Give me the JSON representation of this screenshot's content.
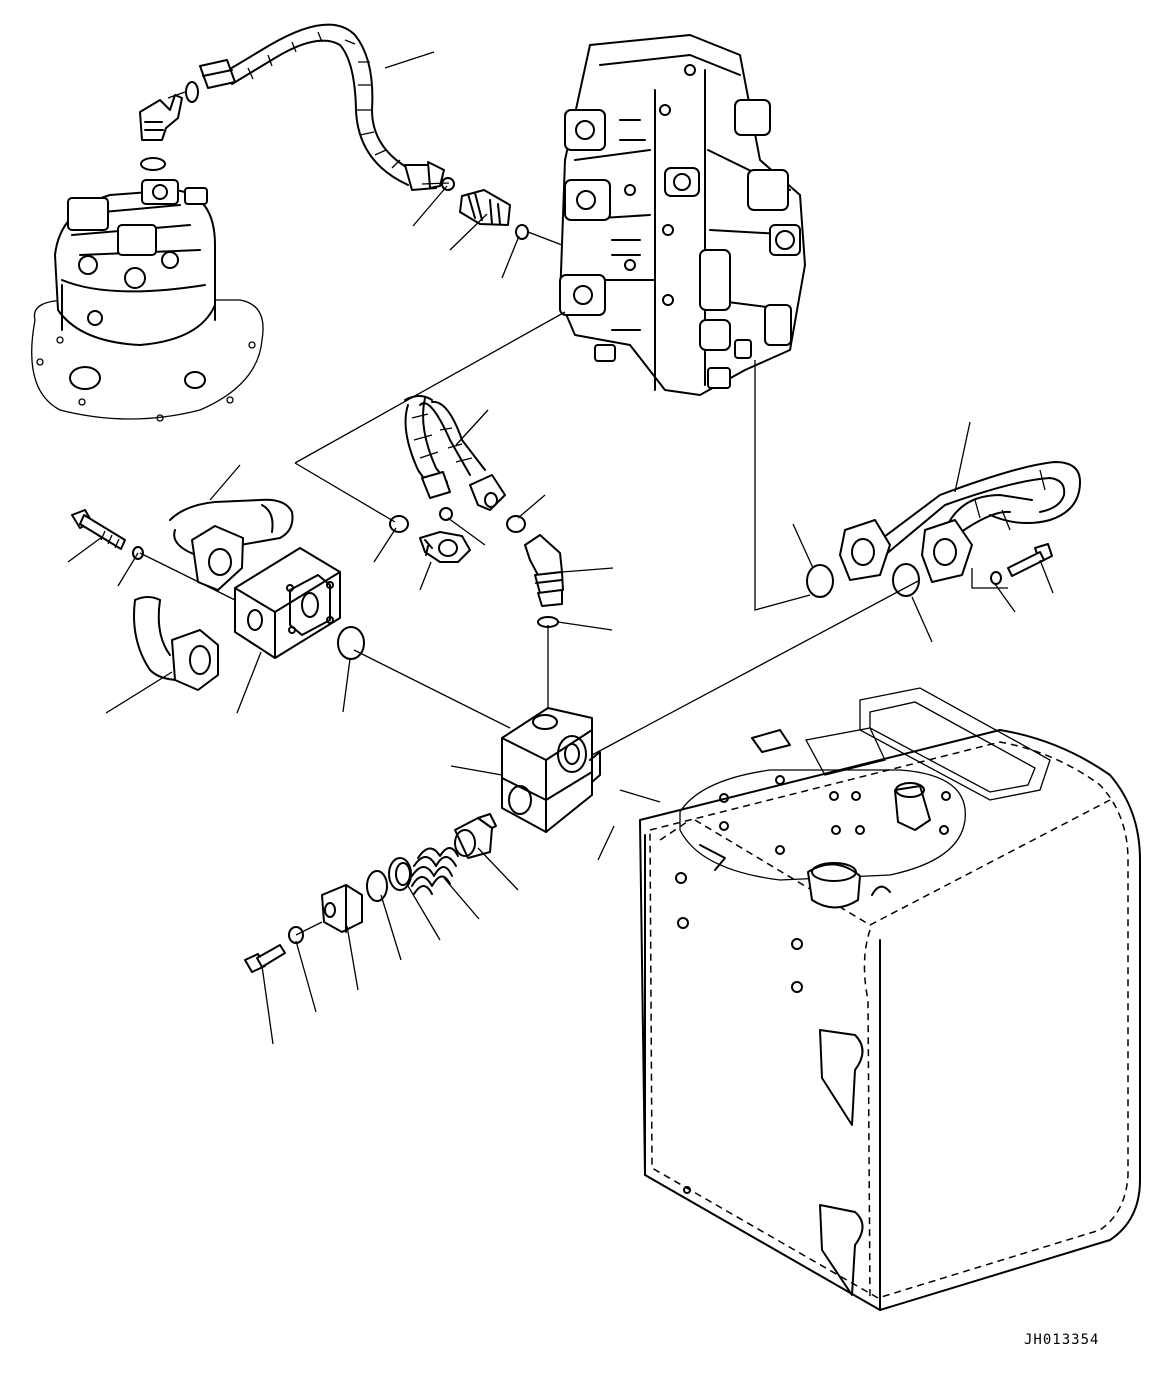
{
  "drawing_code": "JH013354",
  "components": [
    "swing-motor",
    "control-valve",
    "swing-motor-hose",
    "control-valve-hose",
    "hydraulic-tank-hose",
    "suction-pipe",
    "check-valve-block",
    "mounting-block",
    "hydraulic-tank",
    "elbow-fitting",
    "union-fitting",
    "banjo-fitting",
    "check-valve-poppet",
    "spring",
    "backup-ring",
    "o-ring",
    "cover-plate",
    "bolt",
    "washer"
  ]
}
